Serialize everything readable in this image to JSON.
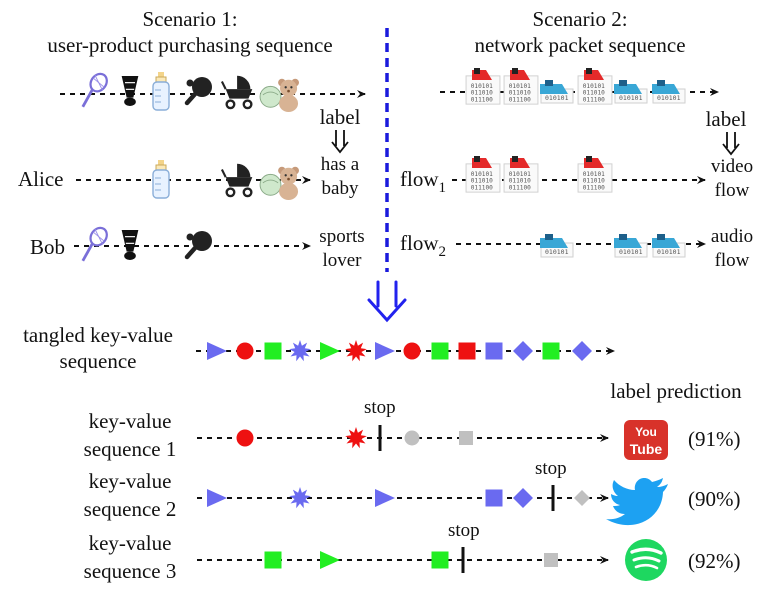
{
  "scenario1": {
    "title": "Scenario 1:",
    "subtitle": "user-product purchasing sequence"
  },
  "scenario2": {
    "title": "Scenario 2:",
    "subtitle": "network packet sequence"
  },
  "label_word": "label",
  "packet_bits": [
    "010101",
    "011010",
    "011100"
  ],
  "alice": {
    "name": "Alice",
    "label_line1": "has a",
    "label_line2": "baby"
  },
  "bob": {
    "name": "Bob",
    "label_line1": "sports",
    "label_line2": "lover"
  },
  "flow1": {
    "name": "flow",
    "sub": "1",
    "label_line1": "video",
    "label_line2": "flow"
  },
  "flow2": {
    "name": "flow",
    "sub": "2",
    "label_line1": "audio",
    "label_line2": "flow"
  },
  "tangled": {
    "line1": "tangled key-value",
    "line2": "sequence"
  },
  "label_prediction": "label prediction",
  "stop_text": "stop",
  "sequences": [
    {
      "line1": "key-value",
      "line2": "sequence 1",
      "prediction": "(91%)",
      "app": "YouTube",
      "app_text_1": "You",
      "app_text_2": "Tube"
    },
    {
      "line1": "key-value",
      "line2": "sequence 2",
      "prediction": "(90%)",
      "app": "Twitter"
    },
    {
      "line1": "key-value",
      "line2": "sequence 3",
      "prediction": "(92%)",
      "app": "Spotify"
    }
  ],
  "colors": {
    "red": "#ee1111",
    "green": "#22ee22",
    "blue": "#6a6af0",
    "grey": "#c0c0c0",
    "divider": "#1a1adc",
    "youtube": "#d8322a",
    "twitter": "#1da1f2",
    "spotify": "#1ed760"
  }
}
